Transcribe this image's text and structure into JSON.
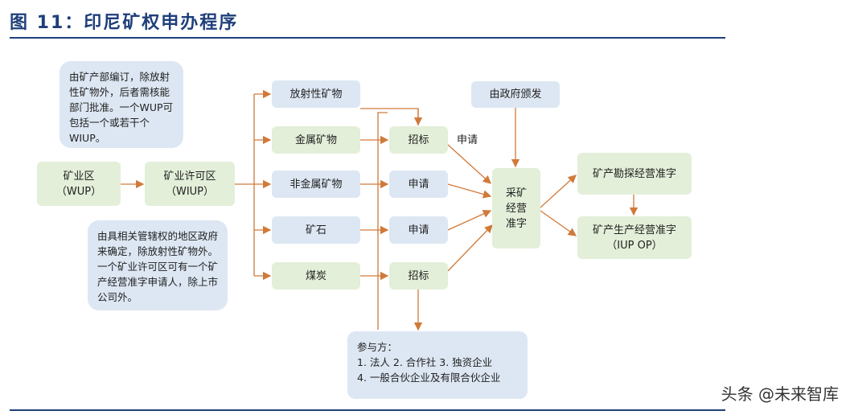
{
  "header": {
    "title": "图 11：印尼矿权申办程序"
  },
  "diagram": {
    "wup": "矿业区\n（WUP）",
    "wiup": "矿业许可区\n（WIUP）",
    "note_top": "由矿产部编订，除放射性矿物外，后者需核能部门批准。一个WUP可包括一个或若干个WIUP。",
    "note_bottom": "由具相关管辖权的地区政府来确定，除放射性矿物外。一个矿业许可区可有一个矿产经营准字申请人，除上市公司外。",
    "minerals": [
      "放射性矿物",
      "金属矿物",
      "非金属矿物",
      "矿石",
      "煤炭"
    ],
    "methods": [
      "招标",
      "申请",
      "申请",
      "招标"
    ],
    "apply_label": "申请",
    "gov": "由政府颁发",
    "mining_permit": "采矿\n经营\n准字",
    "explore": "矿产勘探经营准字",
    "produce": "矿产生产经营准字\n（IUP OP）",
    "participants": {
      "title": "参与方：",
      "line1": "1. 法人 2. 合作社 3. 独资企业",
      "line2": "4. 一般合伙企业及有限合伙企业"
    }
  },
  "watermark": "头条 @未来智库"
}
